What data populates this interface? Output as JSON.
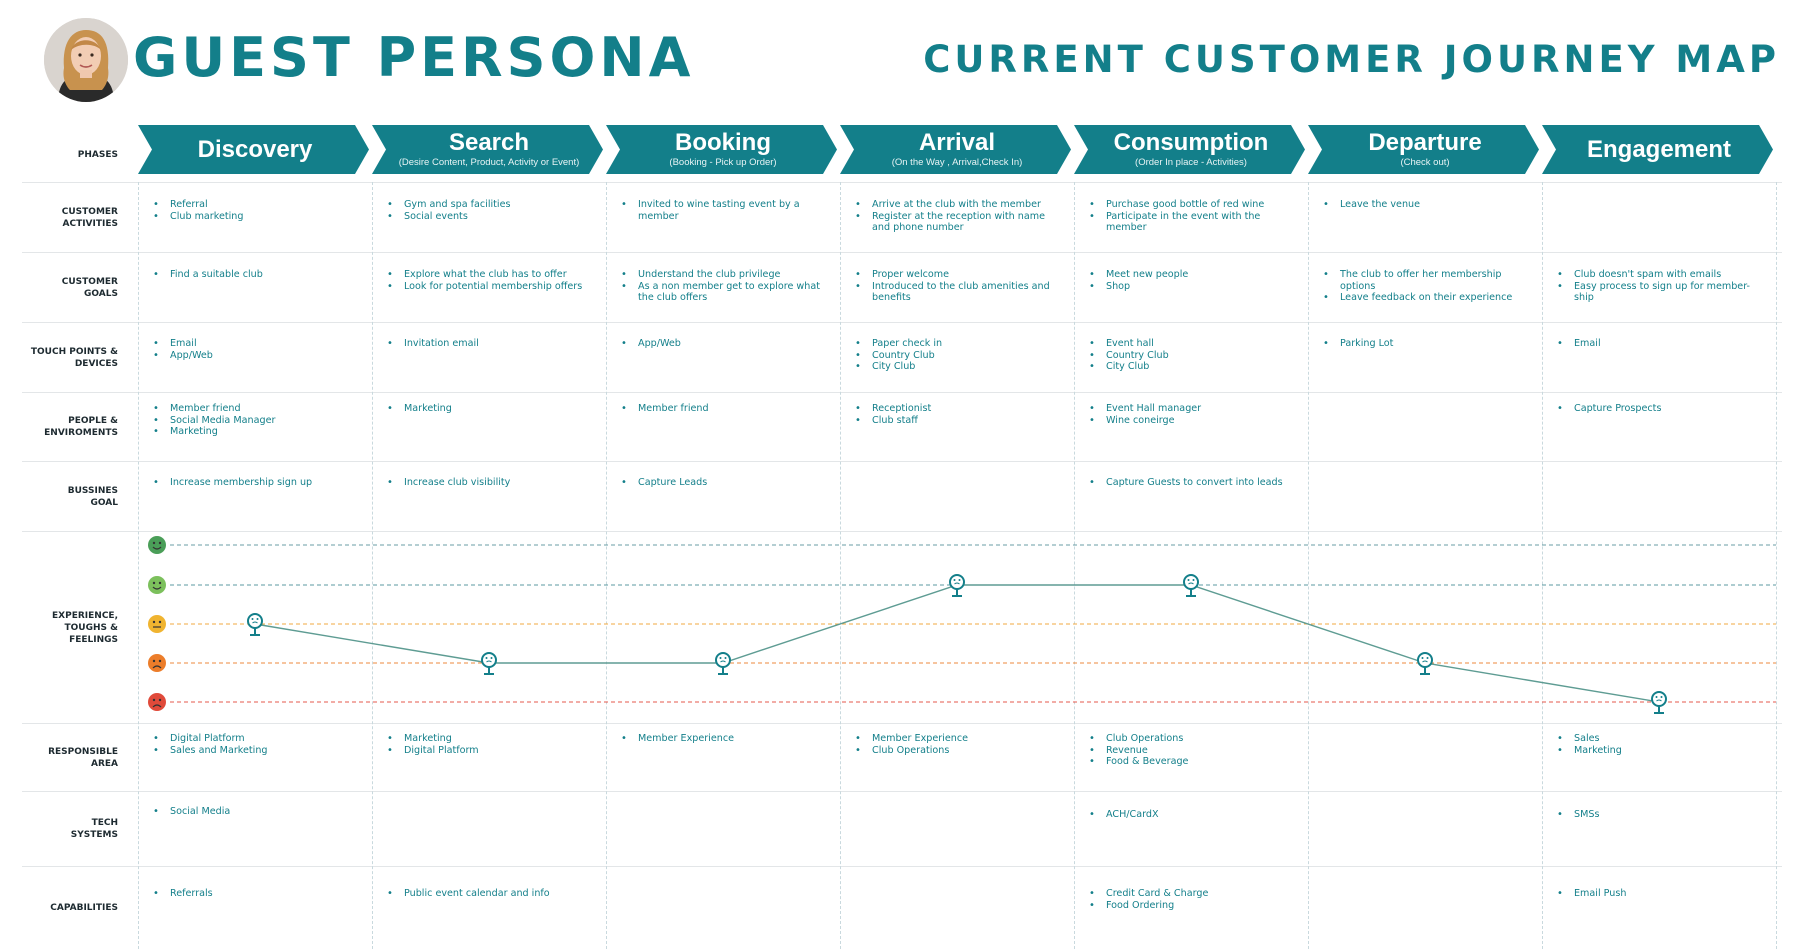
{
  "header": {
    "title": "GUEST PERSONA",
    "subtitle": "CURRENT CUSTOMER JOURNEY MAP"
  },
  "phases": [
    {
      "name": "Discovery",
      "sub": ""
    },
    {
      "name": "Search",
      "sub": "(Desire Content, Product, Activity or Event)"
    },
    {
      "name": "Booking",
      "sub": "(Booking -  Pick up Order)"
    },
    {
      "name": "Arrival",
      "sub": "(On the Way , Arrival,Check In)"
    },
    {
      "name": "Consumption",
      "sub": "(Order In place  - Activities)"
    },
    {
      "name": "Departure",
      "sub": "(Check out)"
    },
    {
      "name": "Engagement",
      "sub": ""
    }
  ],
  "rows": [
    {
      "label": "PHASES"
    },
    {
      "label": "CUSTOMER\nACTIVITIES",
      "cells": [
        [
          "Referral",
          "Club marketing"
        ],
        [
          "Gym and spa facilities",
          "Social events"
        ],
        [
          "Invited to wine tasting event by a member"
        ],
        [
          "Arrive at the club with the member",
          "Register at the reception with name and phone number"
        ],
        [
          "Purchase good bottle of red wine",
          "Participate in the event with the member"
        ],
        [
          "Leave the venue"
        ],
        []
      ]
    },
    {
      "label": "CUSTOMER\nGOALS",
      "cells": [
        [
          "Find a suitable club"
        ],
        [
          "Explore what the club has to offer",
          "Look for potential membership offers"
        ],
        [
          "Understand the club privilege",
          "As a non member get to explore what the club offers"
        ],
        [
          "Proper welcome",
          "Introduced to the club amenities and benefits"
        ],
        [
          "Meet new people",
          "Shop"
        ],
        [
          "The club to offer her membership options",
          "Leave feedback on their experience"
        ],
        [
          "Club doesn't spam with emails",
          "Easy process to sign up for member- ship"
        ]
      ]
    },
    {
      "label": "TOUCH POINTS &\nDEVICES",
      "cells": [
        [
          "Email",
          "App/Web"
        ],
        [
          "Invitation email"
        ],
        [
          "App/Web"
        ],
        [
          "Paper check in",
          "Country Club",
          "City Club"
        ],
        [
          "Event hall",
          "Country Club",
          "City Club"
        ],
        [
          "Parking Lot"
        ],
        [
          "Email"
        ]
      ]
    },
    {
      "label": "PEOPLE &\nENVIROMENTS",
      "cells": [
        [
          "Member friend",
          "Social Media Manager",
          "Marketing"
        ],
        [
          "Marketing"
        ],
        [
          "Member friend"
        ],
        [
          "Receptionist",
          "Club staff"
        ],
        [
          "Event Hall manager",
          "Wine coneirge"
        ],
        [],
        [
          "Capture Prospects"
        ]
      ]
    },
    {
      "label": "BUSSINES\nGOAL",
      "cells": [
        [
          "Increase membership sign up"
        ],
        [
          "Increase club visibility"
        ],
        [
          "Capture Leads"
        ],
        [],
        [
          "Capture Guests to convert into leads"
        ],
        [],
        []
      ]
    },
    {
      "label": "EXPERIENCE,\nTOUGHS &\nFEELINGS"
    },
    {
      "label": "RESPONSIBLE\nAREA",
      "cells": [
        [
          "Digital Platform",
          "Sales and Marketing"
        ],
        [
          "Marketing",
          "Digital Platform"
        ],
        [
          "Member Experience"
        ],
        [
          "Member Experience",
          "Club Operations"
        ],
        [
          "Club Operations",
          "Revenue",
          "Food & Beverage"
        ],
        [],
        [
          "Sales",
          "Marketing"
        ]
      ]
    },
    {
      "label": "TECH\nSYSTEMS",
      "cells": [
        [
          "Social Media"
        ],
        [],
        [],
        [],
        [
          "ACH/CardX"
        ],
        [],
        [
          "SMSs"
        ]
      ]
    },
    {
      "label": "CAPABILITIES",
      "cells": [
        [
          "Referrals"
        ],
        [
          "Public event calendar and info"
        ],
        [],
        [],
        [
          "Credit Card & Charge",
          "Food Ordering"
        ],
        [],
        [
          "Email Push"
        ]
      ]
    }
  ],
  "experience": {
    "levels": [
      {
        "name": "very-happy",
        "color": "#4a9e58",
        "line": "#6a9ea6"
      },
      {
        "name": "happy",
        "color": "#7cc05c",
        "line": "#5b9aa1"
      },
      {
        "name": "neutral",
        "color": "#f0b430",
        "line": "#f0a940"
      },
      {
        "name": "unhappy",
        "color": "#ec7d2a",
        "line": "#ec8a3c"
      },
      {
        "name": "angry",
        "color": "#e04a3a",
        "line": "#e4584c"
      }
    ],
    "values": [
      2.0,
      1.0,
      1.0,
      3.0,
      3.0,
      1.0,
      0.0
    ]
  },
  "colors": {
    "accent": "#137f8a",
    "line": "#5e9c93"
  }
}
